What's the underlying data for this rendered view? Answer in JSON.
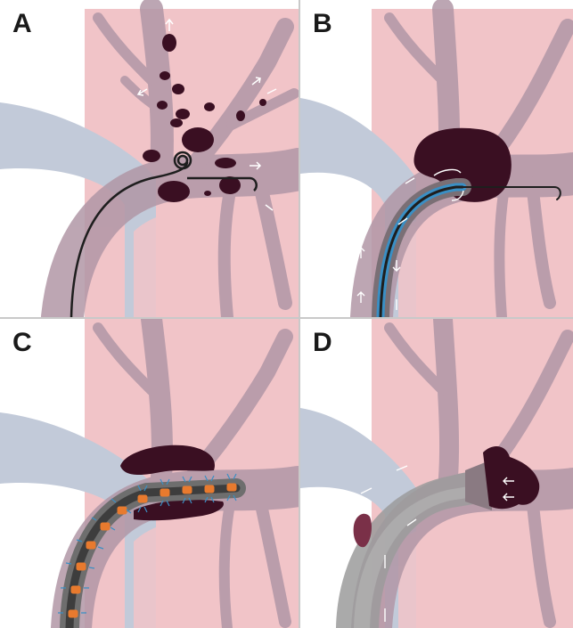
{
  "panels": [
    {
      "label": "A"
    },
    {
      "label": "B"
    },
    {
      "label": "C"
    },
    {
      "label": "D"
    }
  ],
  "colors": {
    "lung": "#f1c4c8",
    "vein": "#c2cad9",
    "artery": "#b197a6",
    "clot": "#3a0f22",
    "catheter": "#1e1e1e",
    "guide_lumen": "#3a8fc4",
    "balloon": "#e87a2e",
    "sheath": "#9b9b9b",
    "arrow": "#ffffff"
  }
}
